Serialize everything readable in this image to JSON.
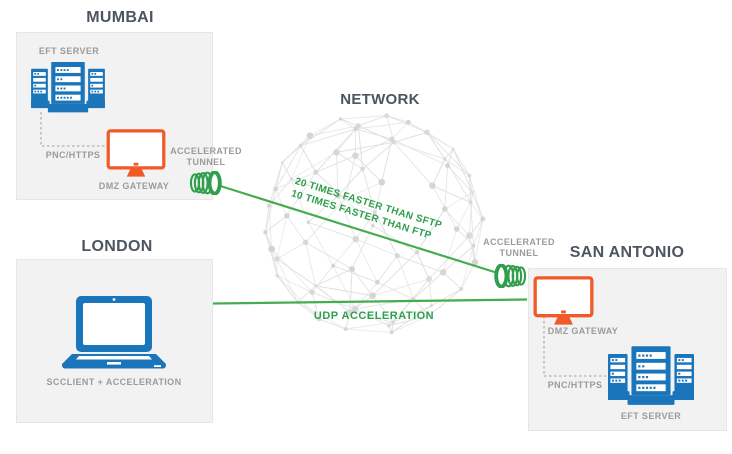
{
  "mumbai": {
    "title": "MUMBAI",
    "eft_server_label": "EFT SERVER",
    "pnc_https_label": "PNC/HTTPS",
    "dmz_gateway_label": "DMZ GATEWAY",
    "tunnel_label": "ACCELERATED TUNNEL"
  },
  "network": {
    "title": "NETWORK",
    "speed_line1": "20 TIMES FASTER THAN SFTP",
    "speed_line2": "10 TIMES FASTER THAN FTP",
    "udp_label": "UDP ACCELERATION"
  },
  "london": {
    "title": "LONDON",
    "client_label": "SCCLIENT + ACCELERATION"
  },
  "san_antonio": {
    "title": "SAN ANTONIO",
    "tunnel_label": "ACCELERATED TUNNEL",
    "dmz_gateway_label": "DMZ GATEWAY",
    "pnc_https_label": "PNC/HTTPS",
    "eft_server_label": "EFT SERVER"
  },
  "icons": {
    "server": "server-rack-icon",
    "dmz_gateway": "monitor-icon",
    "client": "laptop-icon",
    "tunnel": "coil-tunnel-icon",
    "network": "wireframe-globe-icon"
  },
  "colors": {
    "blue": "#1b75bb",
    "orange": "#f05a28",
    "green_line": "#44ad4f",
    "green_text": "#2f9e4d",
    "label_gray": "#9b9b9b",
    "title_color": "#4d5560",
    "box_bg": "#f2f2f2",
    "box_border": "#e6e6e6",
    "globe_line": "#dfdfdf",
    "globe_node": "#d2d2d2",
    "dotted_connector": "#b0b0b0"
  }
}
